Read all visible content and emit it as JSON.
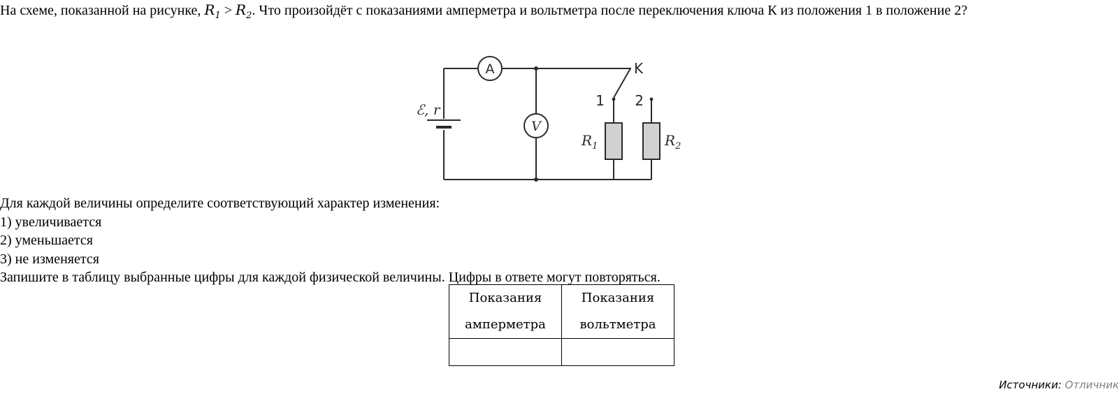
{
  "question": {
    "p1": "На схеме, показанной на рисунке, ",
    "r1": "R",
    "r1_sub": "1",
    "gt": " > ",
    "r2": "R",
    "r2_sub": "2",
    "p2": ". Что произойдёт с показаниями амперметра и вольтметра после переключения ключа К из положения 1 в положение 2?"
  },
  "circuit": {
    "ammeter": "A",
    "voltmeter": "V",
    "key": "K",
    "pos1": "1",
    "pos2": "2",
    "emf": "ℰ, r",
    "r1": "R",
    "r1_sub": "1",
    "r2": "R",
    "r2_sub": "2"
  },
  "instructions": {
    "intro": "Для каждой величины определите соответствующий характер изменения:",
    "options": [
      "1) увеличивается",
      "2) уменьшается",
      "3) не изменяется"
    ],
    "record": "Запишите в таблицу выбранные цифры для каждой физической величины. Цифры в ответе могут повторяться."
  },
  "answer_table": {
    "col1_line1": "Показания",
    "col1_line2": "амперметра",
    "col2_line1": "Показания",
    "col2_line2": "вольтметра",
    "col1_value": "",
    "col2_value": ""
  },
  "source": {
    "label": "Источники: ",
    "value": "Отличник"
  }
}
